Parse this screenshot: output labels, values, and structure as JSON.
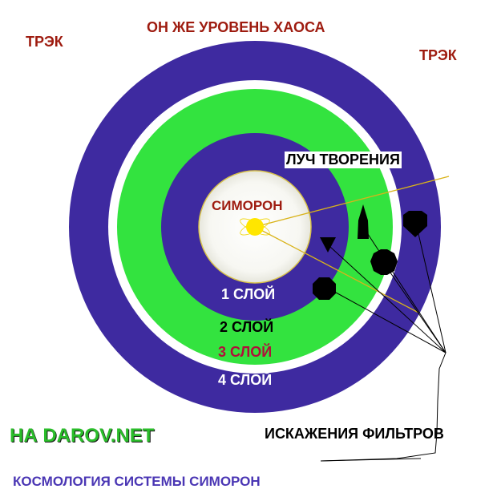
{
  "labels": {
    "chaos_level": "ОН ЖЕ УРОВЕНЬ ХАОСА",
    "trek_left": "ТРЭК",
    "trek_right": "ТРЭК",
    "ray_of_creation": "ЛУЧ ТВОРЕНИЯ",
    "simoron": "СИМОРОН",
    "layer_1": "1 СЛОЙ",
    "layer_2": "2 СЛОЙ",
    "layer_3": "3 СЛОЙ",
    "layer_4": "4 СЛОЙ",
    "filter_distortions": "ИСКАЖЕНИЯ ФИЛЬТРОВ",
    "site": "НА DAROV.NET",
    "caption": "КОСМОЛОГИЯ СИСТЕМЫ СИМОРОН"
  },
  "colors": {
    "ring_blue": "#3e2aa0",
    "ring_green": "#33e33f",
    "center_white": "#ffffff",
    "sun_yellow": "#ffe600",
    "title_red": "#9e1b0f",
    "layer3_red": "#b0103a",
    "site_green": "#2bbd2b",
    "caption_blue": "#4a36b4"
  }
}
